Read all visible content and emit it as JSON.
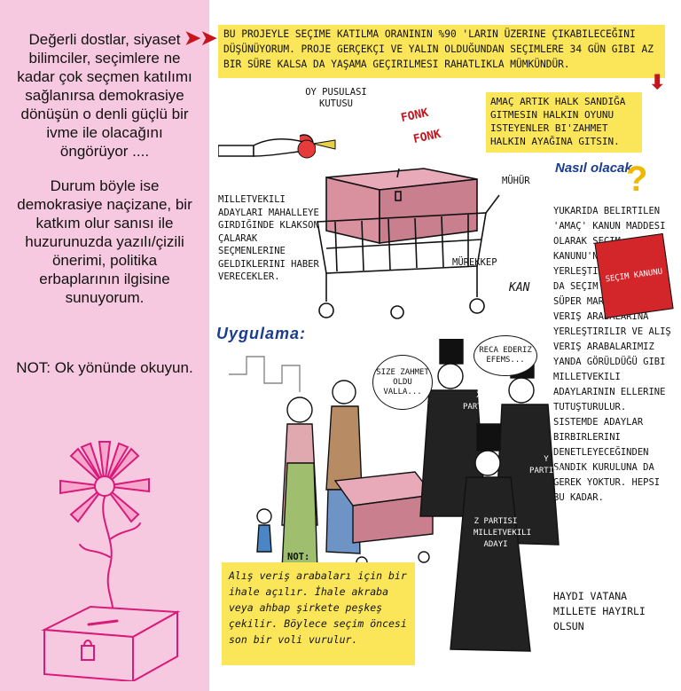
{
  "left": {
    "intro": "Değerli dostlar, siyaset bilimciler, seçimlere ne kadar çok seçmen katılımı sağlanırsa demokrasiye dönüşün o denli güçlü bir ivme ile olacağını öngörüyor ....",
    "intro2": "Durum böyle ise demokrasiye naçizane, bir katkım olur sanısı ile huzurunuzda yazılı/çizili önerimi, politika erbaplarının ilgisine sunuyorum.",
    "note": "NOT: Ok yönünde okuyun."
  },
  "comic": {
    "top_text": "Bu projeyle seçime katılma oranının %90 'ların üzerine çıkabileceğini düşünüyorum. Proje gerçekçi ve yalın olduğundan seçimlere 34 gün gibi az bir süre kalsa da yaşama geçirilmesi rahatlıkla mümkündür.",
    "amac_text": "Amaç artık halk sandığa gitmesin halkın oyunu isteyenler bi'zahmet halkın ayağına gitsin.",
    "oy_pusulasi": "Oy pusulası kutusu",
    "fonk": "Fonk",
    "fonk2": "Fonk",
    "muhur": "Mühür",
    "murekkep": "Mürekkep",
    "milletvekili_text": "Milletvekili adayları mahalleye girdiğinde klakson çalarak seçmenlerine geldiklerini haber verecekler.",
    "nasil": "Nasıl olacak",
    "right_text": "Yukarıda belirtilen 'amaç' kanun maddesi olarak seçim kanunu'na yerleştirilir. Sonra da seçim sandıkları süper market alış veriş arabalarına yerleştirilir ve alış veriş arabalarımız yanda görüldüğü gibi milletvekili adaylarının ellerine tutuşturulur. Sistemde adaylar birbirlerini denetleyeceğinden sandık kuruluna da gerek yoktur. Hepsi bu kadar.",
    "haydi": "Haydi vatana millete hayırlı olsun",
    "secim_kanunu": "Seçim kanunu",
    "uygulama": "Uygulama:",
    "bubble_zahmet": "Size zahmet oldu valla...",
    "bubble_reca": "Reca ederiz efems...",
    "x_partisi": "X partisi",
    "y_partisi": "Y partisi",
    "z_partisi": "Z partisi milletvekili adayı",
    "not_label": "Not:",
    "not_text": "Alış veriş arabaları için bir ihale açılır. İhale akraba veya ahbap şirkete peşkeş çekilir. Böylece seçim öncesi son bir voli vurulur.",
    "signature": "Kan"
  },
  "colors": {
    "pink": "#f7c9e0",
    "yellow": "#fbe65a",
    "red": "#c4161c",
    "blue": "#1b3d8f",
    "magenta": "#d81b7a"
  }
}
